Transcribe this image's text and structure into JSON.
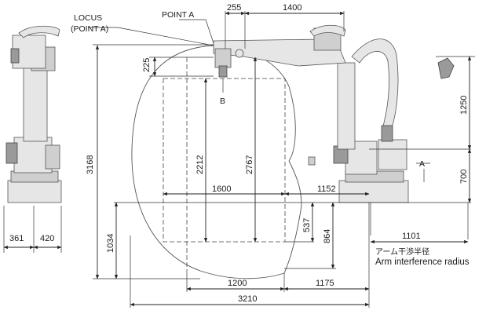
{
  "labels": {
    "locus": "LOCUS",
    "locus_sub": "(POINT A)",
    "point_a": "POINT A",
    "b": "B",
    "a": "A",
    "arm_interference_jp": "アーム干渉半径",
    "arm_interference_en": "Arm interference radius"
  },
  "dimensions": {
    "d255": "255",
    "d1400": "1400",
    "d225": "225",
    "d3168": "3168",
    "d2212": "2212",
    "d2767": "2767",
    "d1600": "1600",
    "d1152": "1152",
    "d1250": "1250",
    "d700": "700",
    "d537": "537",
    "d864": "864",
    "d1034": "1034",
    "d1101": "1101",
    "d1200": "1200",
    "d1175": "1175",
    "d3210": "3210",
    "d361": "361",
    "d420": "420"
  }
}
